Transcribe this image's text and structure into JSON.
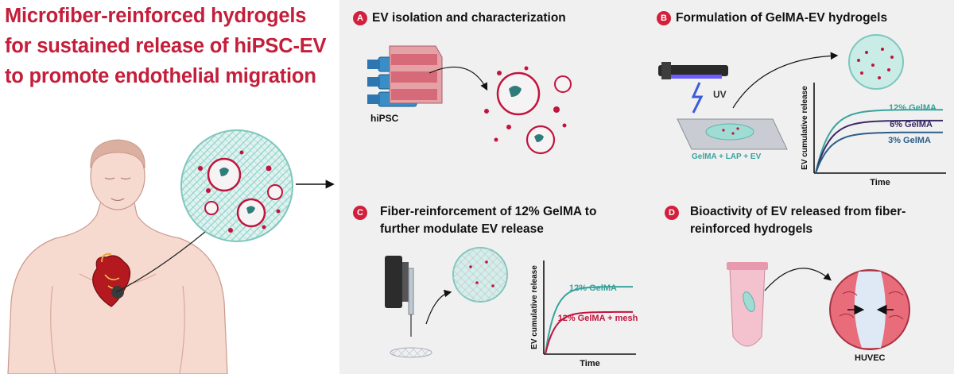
{
  "title": {
    "lines": [
      "Microfiber-reinforced hydrogels",
      "for sustained release of hiPSC-EV",
      "to promote endothelial migration"
    ]
  },
  "panels": {
    "a": {
      "letter": "A",
      "title": "EV isolation and characterization",
      "cell_label": "hiPSC"
    },
    "b": {
      "letter": "B",
      "title": "Formulation of GelMA-EV hydrogels",
      "uv_label": "UV",
      "mix_label": "GelMA + LAP + EV"
    },
    "c": {
      "letter": "C",
      "title_lines": [
        "Fiber-reinforcement of 12% GelMA to",
        "further modulate EV release"
      ]
    },
    "d": {
      "letter": "D",
      "title_lines": [
        "Bioactivity of EV released from fiber-",
        "reinforced hydrogels"
      ],
      "cell_label": "HUVEC"
    }
  },
  "colors": {
    "accent": "#c41e3a",
    "teal": "#3aa39b",
    "purple": "#3b2a66",
    "blue": "#2c5d87",
    "crimson": "#c2133c"
  },
  "chart_data": [
    {
      "type": "line",
      "panel": "B",
      "xlabel": "Time",
      "ylabel": "EV cumulative release",
      "series": [
        {
          "name": "12% GelMA",
          "color": "#3aa39b",
          "plateau": 0.7
        },
        {
          "name": "6% GelMA",
          "color": "#3b2a66",
          "plateau": 0.58
        },
        {
          "name": "3% GelMA",
          "color": "#2c5d87",
          "plateau": 0.45
        }
      ]
    },
    {
      "type": "line",
      "panel": "C",
      "xlabel": "Time",
      "ylabel": "EV cumulative release",
      "series": [
        {
          "name": "12% GelMA",
          "color": "#3aa39b",
          "plateau": 0.72
        },
        {
          "name": "12% GelMA + mesh",
          "color": "#c2133c",
          "plateau": 0.45
        }
      ]
    }
  ]
}
